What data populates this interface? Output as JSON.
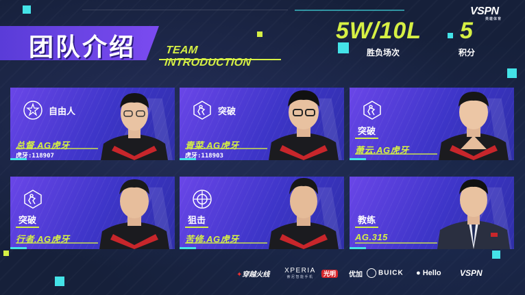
{
  "header": {
    "title_cn": "团队介绍",
    "title_en": "TEAM INTRODUCTION",
    "score": "5W/10L",
    "score_label": "胜负场次",
    "points": "5",
    "points_label": "积分",
    "brand": "VSPN",
    "brand_sub": "英雄体育"
  },
  "colors": {
    "accent": "#d6f044",
    "cyan": "#44e3e8",
    "card_purple": "#5a3cd8",
    "background": "#16203a"
  },
  "cards": [
    {
      "role": "自由人",
      "role_icon": "free-agent-icon",
      "name": "总督.AG虎牙",
      "id_text": "虎牙:118907"
    },
    {
      "role": "突破",
      "role_icon": "breach-icon",
      "name": "青菜.AG虎牙",
      "id_text": "虎牙:118903"
    },
    {
      "role": "突破",
      "role_icon": "breach-icon",
      "name": "萧云.AG虎牙",
      "id_text": ""
    },
    {
      "role": "突破",
      "role_icon": "breach-icon",
      "name": "行者.AG虎牙",
      "id_text": ""
    },
    {
      "role": "狙击",
      "role_icon": "sniper-icon",
      "name": "苦修.AG虎牙",
      "id_text": ""
    },
    {
      "role": "教练",
      "role_icon": "",
      "name": "AG.315",
      "id_text": ""
    }
  ],
  "sponsors": [
    {
      "name": "穿越火线",
      "icon": "crossfire-logo"
    },
    {
      "name": "XPERIA",
      "sub": "索尼智能手机"
    },
    {
      "name": "光明",
      "icon": "guangming-logo"
    },
    {
      "name": "优加",
      "icon": "youjia-logo"
    },
    {
      "name": "BUICK",
      "icon": "buick-logo"
    },
    {
      "name": "Hello",
      "icon": "hello-logo"
    },
    {
      "name": "VSPN",
      "icon": "vspn-logo"
    }
  ]
}
